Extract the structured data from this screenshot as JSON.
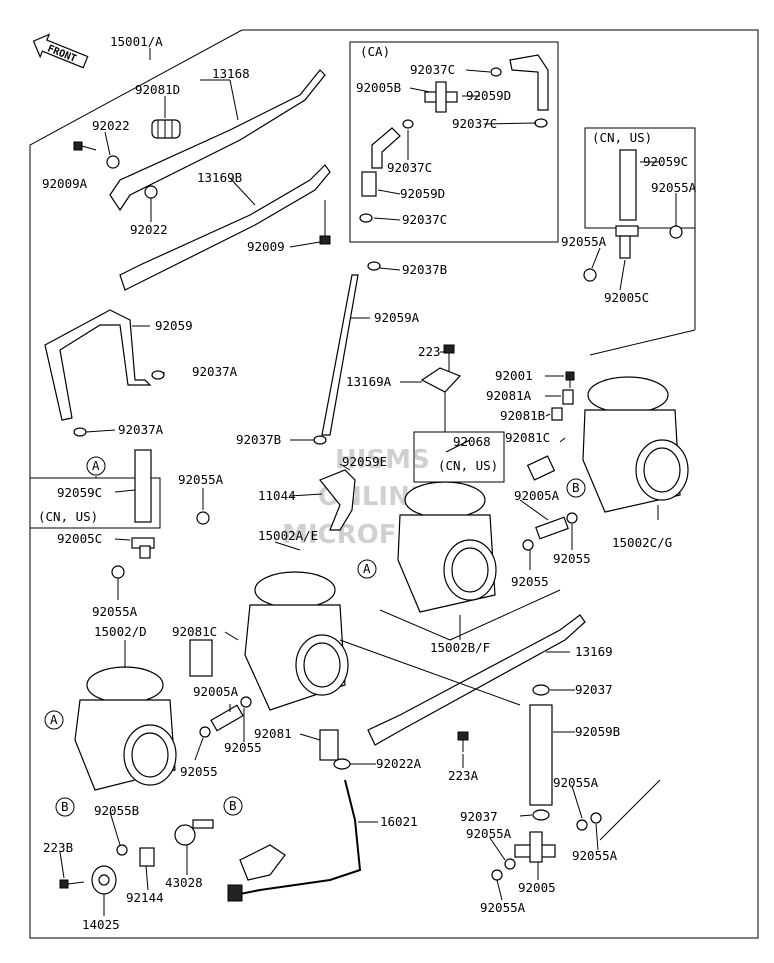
{
  "front_label": "FRONT",
  "watermark": {
    "line1": "HISMS",
    "line2": "ONLINE",
    "line3": "MICROFICHE"
  },
  "groups": {
    "ca": "(CA)",
    "cn_us": "(CN, US)"
  },
  "callouts": {
    "a": "A",
    "b": "B"
  },
  "labels": {
    "l15001A": "15001/A",
    "l13168": "13168",
    "l92081D": "92081D",
    "l92022_1": "92022",
    "l92009A": "92009A",
    "l13169B": "13169B",
    "l92022_2": "92022",
    "l92009": "92009",
    "l92037C_1": "92037C",
    "l92005B": "92005B",
    "l92059D_1": "92059D",
    "l92037C_2": "92037C",
    "l92037C_3": "92037C",
    "l92059D_2": "92059D",
    "l92037C_4": "92037C",
    "l92059C_1": "92059C",
    "l92055A_1": "92055A",
    "l92055A_2": "92055A",
    "l92005C_1": "92005C",
    "l92037B_1": "92037B",
    "l92059A": "92059A",
    "l92059": "92059",
    "l92037A_1": "92037A",
    "l92037A_2": "92037A",
    "l223": "223",
    "l13169A": "13169A",
    "l92001": "92001",
    "l92081A": "92081A",
    "l92081B": "92081B",
    "l92068": "92068",
    "l92081C_1": "92081C",
    "l92037B_2": "92037B",
    "l92059E": "92059E",
    "l92059C_2": "92059C",
    "l92055A_3": "92055A",
    "l11044": "11044",
    "l92005A_1": "92005A",
    "l92005C_2": "92005C",
    "l15002AE": "15002A/E",
    "l92055_1": "92055",
    "l15002CG": "15002C/G",
    "l92055_2": "92055",
    "l92055A_4": "92055A",
    "l15002D": "15002/D",
    "l92081C_2": "92081C",
    "l15002BF": "15002B/F",
    "l13169": "13169",
    "l92005A_2": "92005A",
    "l92037_1": "92037",
    "l92055_3": "92055",
    "l92081": "92081",
    "l92059B": "92059B",
    "l92055_4": "92055",
    "l92022A": "92022A",
    "l223A": "223A",
    "l92055B": "92055B",
    "l92055A_5": "92055A",
    "l92037_2": "92037",
    "l16021": "16021",
    "l92055A_6": "92055A",
    "l92055A_7": "92055A",
    "l223B": "223B",
    "l92144": "92144",
    "l43028": "43028",
    "l92005": "92005",
    "l92055A_8": "92055A",
    "l14025": "14025"
  }
}
